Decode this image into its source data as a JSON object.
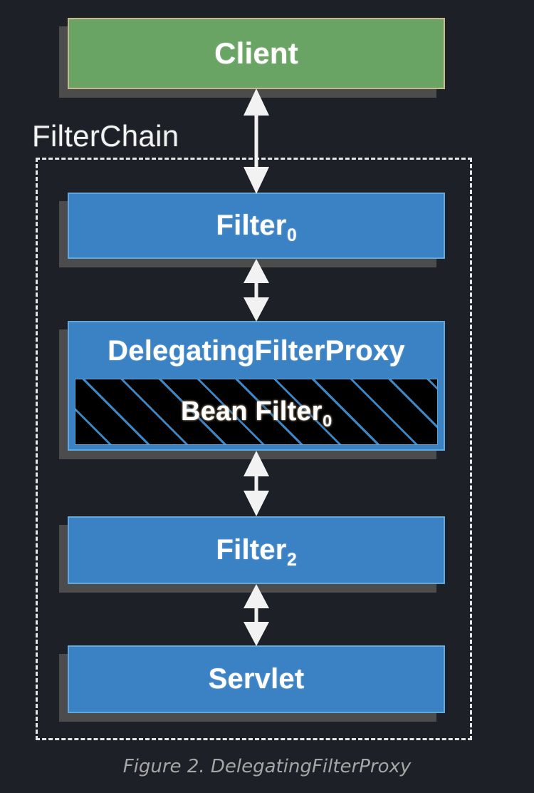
{
  "figure": {
    "caption": "Figure 2. DelegatingFilterProxy",
    "background_color": "#1d2026"
  },
  "group": {
    "label": "FilterChain",
    "border_style": "dashed",
    "border_color": "#e6e6e6"
  },
  "nodes": {
    "client": {
      "label": "Client",
      "fill_color": "#6aa464",
      "border_color": "#c9b98a",
      "text_color": "#ffffff"
    },
    "filter0": {
      "label": "Filter",
      "subscript": "0",
      "fill_color": "#3b82c4",
      "border_color": "#62a8da",
      "text_color": "#ffffff"
    },
    "delegating_filter_proxy": {
      "title": "DelegatingFilterProxy",
      "fill_color": "#3b82c4",
      "border_color": "#62a8da",
      "text_color": "#ffffff",
      "bean": {
        "label": "Bean Filter",
        "subscript": "0",
        "fill_color": "#000000",
        "hatch_color": "#3f87c4",
        "border_color": "#5ba3d0",
        "text_color": "#ffffff"
      }
    },
    "filter2": {
      "label": "Filter",
      "subscript": "2",
      "fill_color": "#3b82c4",
      "border_color": "#62a8da",
      "text_color": "#ffffff"
    },
    "servlet": {
      "label": "Servlet",
      "fill_color": "#3b82c4",
      "border_color": "#62a8da",
      "text_color": "#ffffff"
    }
  },
  "connectors": [
    {
      "name": "client-to-filter0",
      "from": "Client",
      "to": "Filter0",
      "type": "double-arrow",
      "color": "#f2f2f2"
    },
    {
      "name": "filter0-to-delegatingfilterproxy",
      "from": "Filter0",
      "to": "DelegatingFilterProxy",
      "type": "double-arrow",
      "color": "#f2f2f2"
    },
    {
      "name": "delegatingfilterproxy-to-filter2",
      "from": "DelegatingFilterProxy",
      "to": "Filter2",
      "type": "double-arrow",
      "color": "#f2f2f2"
    },
    {
      "name": "filter2-to-servlet",
      "from": "Filter2",
      "to": "Servlet",
      "type": "double-arrow",
      "color": "#f2f2f2"
    }
  ]
}
